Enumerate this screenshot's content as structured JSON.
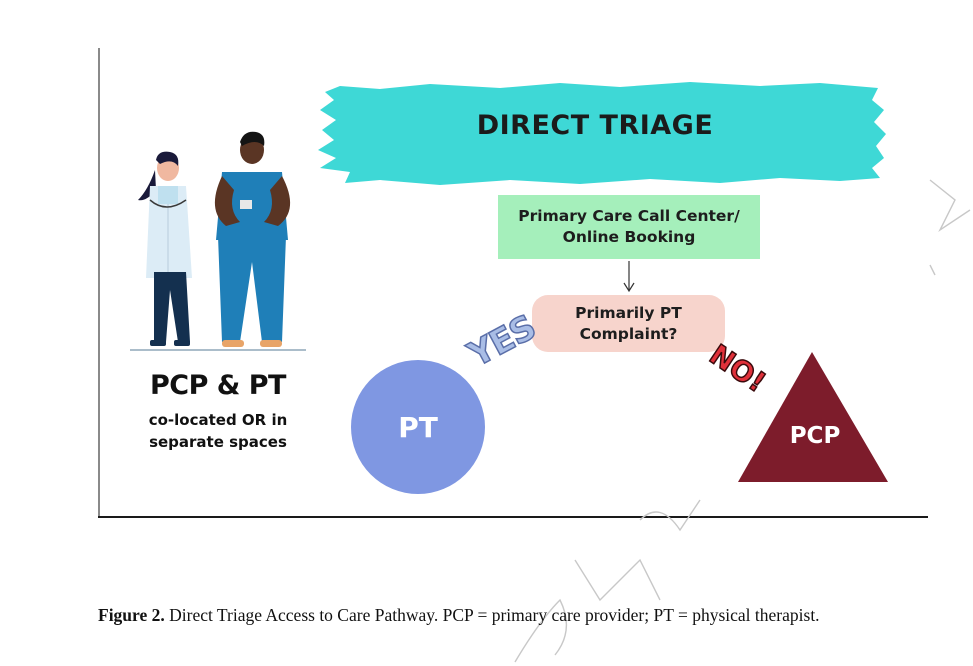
{
  "banner": {
    "title": "DIRECT TRIAGE",
    "color": "#3ed8d6"
  },
  "nodes": {
    "call_center": {
      "line1": "Primary Care Call Center/",
      "line2": "Online Booking",
      "color": "#a5efbb"
    },
    "question": {
      "line1": "Primarily PT",
      "line2": "Complaint?",
      "color": "#f7d4cc"
    },
    "pt": {
      "label": "PT",
      "color": "#7f97e2"
    },
    "pcp": {
      "label": "PCP",
      "color": "#7d1c2b"
    }
  },
  "branches": {
    "yes": "YES",
    "no": "NO!"
  },
  "left_panel": {
    "title": "PCP & PT",
    "subtitle_line1": "co-located OR in",
    "subtitle_line2": "separate spaces"
  },
  "caption": {
    "label": "Figure 2.",
    "text": " Direct Triage Access to Care Pathway. PCP = primary care provider; PT = physical therapist."
  },
  "watermark_icon": "accepted-manuscript-watermark"
}
